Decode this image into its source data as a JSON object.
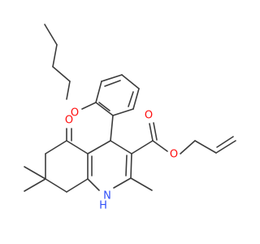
{
  "diagram": {
    "type": "chemical-structure",
    "atoms": [
      {
        "id": "O_ether",
        "symbol": "O",
        "color": "#ff0d0d"
      },
      {
        "id": "O_ketone",
        "symbol": "O",
        "color": "#ff0d0d"
      },
      {
        "id": "O_ester_carbonyl",
        "symbol": "O",
        "color": "#ff0d0d"
      },
      {
        "id": "O_ester",
        "symbol": "O",
        "color": "#ff0d0d"
      },
      {
        "id": "N_ring",
        "symbol": "H\nN",
        "label_top": "N",
        "label_bottom": "H",
        "color": "#3050f8"
      }
    ],
    "bond_color": "#3c3c3c"
  }
}
